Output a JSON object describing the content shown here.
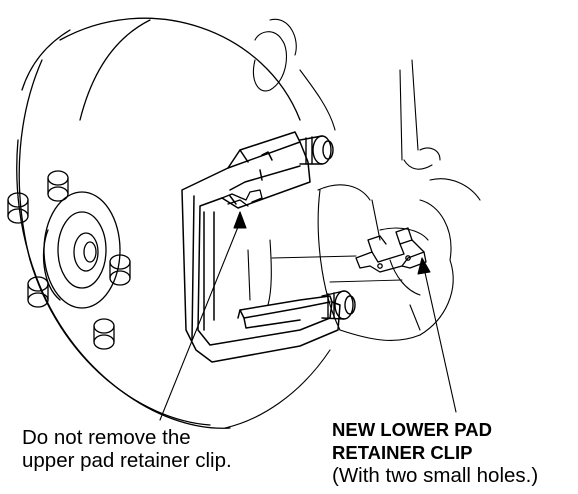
{
  "labels": {
    "upper_clip_line1": "Do not remove the",
    "upper_clip_line2": "upper pad retainer clip.",
    "new_clip_line1": "NEW LOWER PAD",
    "new_clip_line2": "RETAINER CLIP",
    "new_clip_note": "(With two small holes.)"
  },
  "colors": {
    "ink": "#000000",
    "paper": "#ffffff"
  }
}
